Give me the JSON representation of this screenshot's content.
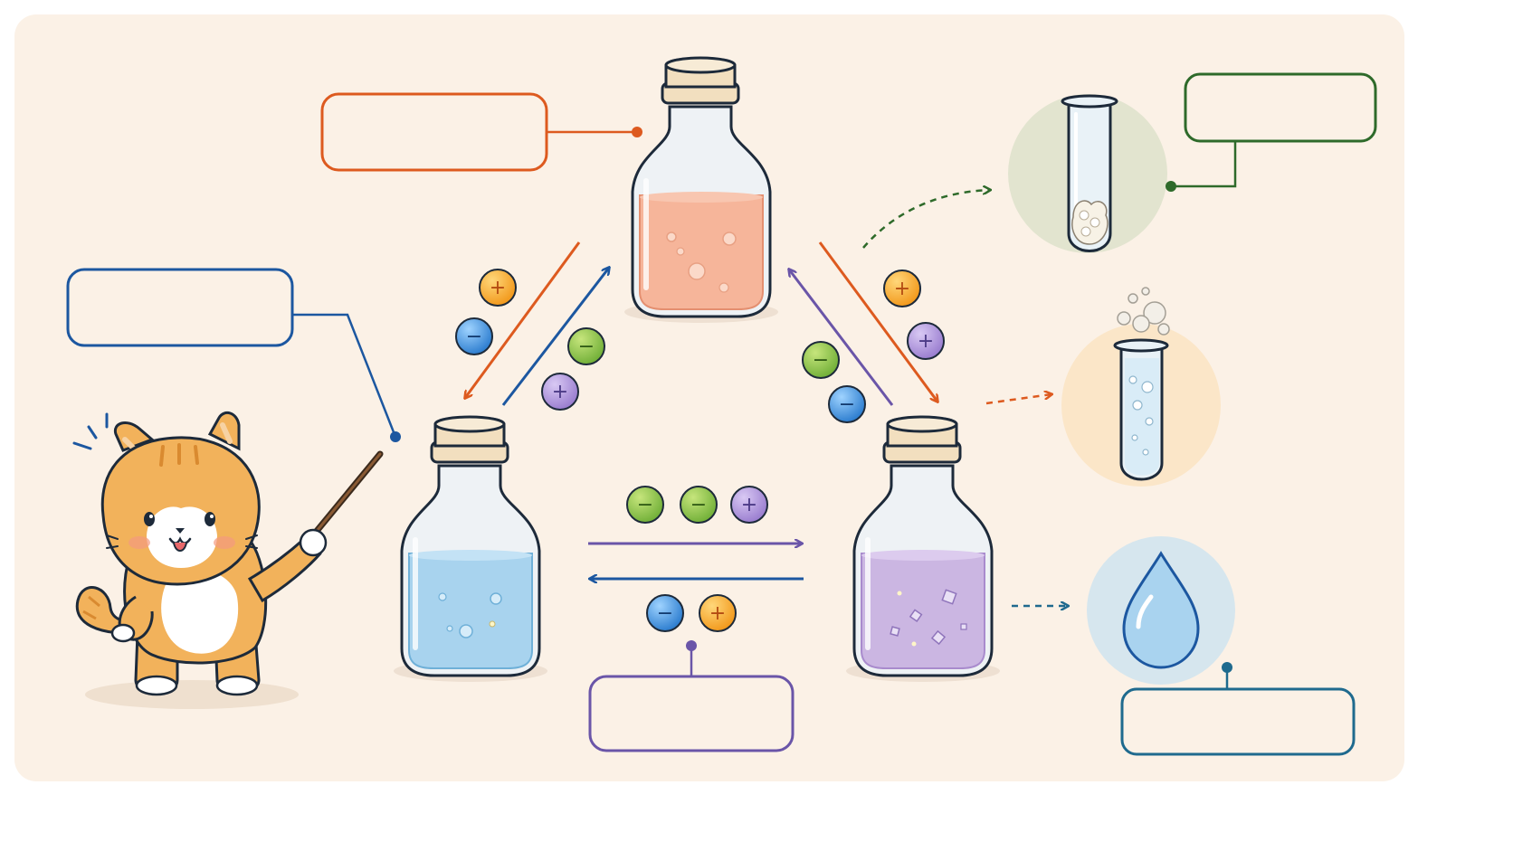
{
  "colors": {
    "background": "#fbf1e6",
    "frame": "#ffffff",
    "outline": "#1d2a3a",
    "orange": "#dd5a1f",
    "blue": "#1c57a0",
    "purple": "#6a55a8",
    "green": "#2e6a2a",
    "teal": "#1f6a8e",
    "orange_liquid": "#f6b59a",
    "blue_liquid": "#a8d3ee",
    "purple_liquid": "#cbb6e2",
    "cork": "#f2dfbf",
    "cat_fur": "#f2b25b"
  },
  "ions": {
    "positive_symbol": "+",
    "negative_symbol": "−",
    "positive_orange": "positive-ion-orange",
    "negative_blue": "negative-ion-blue",
    "negative_green": "negative-ion-green",
    "positive_purple": "positive-ion-purple"
  },
  "bottles": {
    "top": "orange-solution-bottle",
    "left": "blue-solution-bottle",
    "right": "purple-solution-bottle"
  },
  "products": {
    "precipitate": "precipitate-test-tube",
    "gas": "gas-bubbling-test-tube",
    "water": "water-drop-icon"
  },
  "labels": {
    "top_bottle": "",
    "cat_pointer": "",
    "precipitate": "",
    "exchange": "",
    "water": ""
  }
}
